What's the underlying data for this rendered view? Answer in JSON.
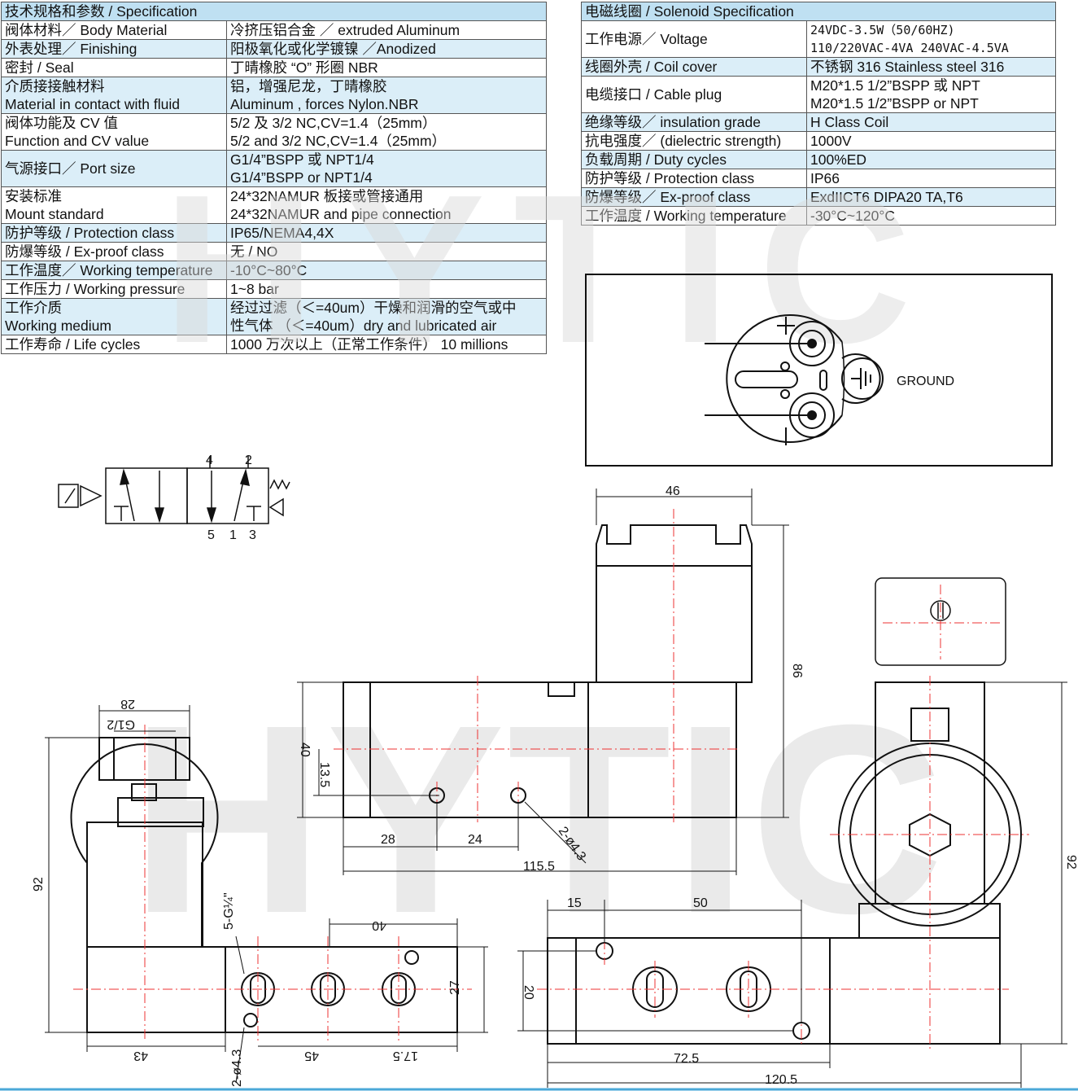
{
  "spec": {
    "title": "技术规格和参数 / Specification",
    "rows": [
      {
        "label": " 阀体材料／ Body Material",
        "value": "冷挤压铝合金 ／ extruded Aluminum"
      },
      {
        "label": "外表处理／ Finishing",
        "value": "阳极氧化或化学镀镍 ／Anodized"
      },
      {
        "label": "密封 / Seal",
        "value": "丁晴橡胶 “O” 形圈 NBR"
      },
      {
        "label": "介质接接触材料",
        "label2": "Material in contact with fluid",
        "value": "铝，增强尼龙，丁晴橡胶",
        "value2": "Aluminum , forces Nylon.NBR"
      },
      {
        "label": "阀体功能及 CV 值",
        "label2": "Function and CV value",
        "value": "5/2 及 3/2 NC,CV=1.4（25mm）",
        "value2": "5/2 and 3/2 NC,CV=1.4（25mm）"
      },
      {
        "label": "气源接口／ Port  size",
        "value": "G1/4”BSPP 或 NPT1/4",
        "value2": "G1/4”BSPP or NPT1/4"
      },
      {
        "label": "安装标准",
        "label2": "Mount  standard",
        "value": "24*32NAMUR 板接或管接通用",
        "value2": "24*32NAMUR and pipe connection"
      },
      {
        "label": "防护等级 / Protection class",
        "value": "IP65/NEMA4,4X"
      },
      {
        "label": "防爆等级 / Ex-proof class",
        "value": "无 / NO"
      },
      {
        "label": "工作温度／ Working temperature",
        "value": "-10°C~80°C"
      },
      {
        "label": "工作压力 / Working pressure",
        "value": "1~8 bar"
      },
      {
        "label": "工作介质",
        "label2": "Working medium",
        "value": "经过过滤（＜=40um）干燥和润滑的空气或中",
        "value2": "性气体  （＜=40um）dry and lubricated air"
      },
      {
        "label": "工作寿命 / Life cycles",
        "value": "1000 万次以上（正常工作条件） 10 millions"
      }
    ]
  },
  "solenoid": {
    "title": "电磁线圈 / Solenoid Specification",
    "rows": [
      {
        "label": "工作电源／ Voltage",
        "value": "24VDC-3.5W（50/60HZ)",
        "value2": "110/220VAC-4VA 240VAC-4.5VA"
      },
      {
        "label": "线圈外壳 / Coil cover",
        "value": "不锈钢 316  Stainless steel 316"
      },
      {
        "label": "电缆接口 / Cable plug",
        "value": "M20*1.5 1/2”BSPP 或  NPT",
        "value2": "M20*1.5 1/2”BSPP or  NPT"
      },
      {
        "label": "绝缘等级／ insulation grade",
        "value": "H Class Coil"
      },
      {
        "label": "抗电强度／ (dielectric strength)",
        "value": "1000V"
      },
      {
        "label": "负载周期 / Duty cycles",
        "value": "100%ED"
      },
      {
        "label": "防护等级 / Protection class",
        "value": "IP66"
      },
      {
        "label": "防爆等级／ Ex-proof class",
        "value": "ExdIICT6 DIPA20 TA,T6"
      },
      {
        "label": "工作温度 / Working temperature",
        "value": "-30°C~120°C"
      }
    ]
  },
  "watermark": "HYTIC",
  "plug": {
    "ground_label": "GROUND"
  },
  "symbol": {
    "ports_top": [
      "4",
      "2"
    ],
    "ports_bottom": [
      "5",
      "1",
      "3"
    ]
  },
  "dims": {
    "d46": "46",
    "d86": "86",
    "d40": "40",
    "d13_5": "13.5",
    "d28": "28",
    "d24": "24",
    "d115_5": "115.5",
    "hole_top": "2-ø4.3",
    "left_28": "28",
    "left_g12": "G1/2",
    "left_92": "92",
    "left_5g": "5-G¼\"",
    "left_40": "40",
    "left_27": "27",
    "left_43": "43",
    "left_45": "45",
    "left_17_5": "17.5",
    "left_hole": "2-ø4.3",
    "r15": "15",
    "r50": "50",
    "r20": "20",
    "r72_5": "72.5",
    "r120_5": "120.5",
    "r92": "92"
  }
}
